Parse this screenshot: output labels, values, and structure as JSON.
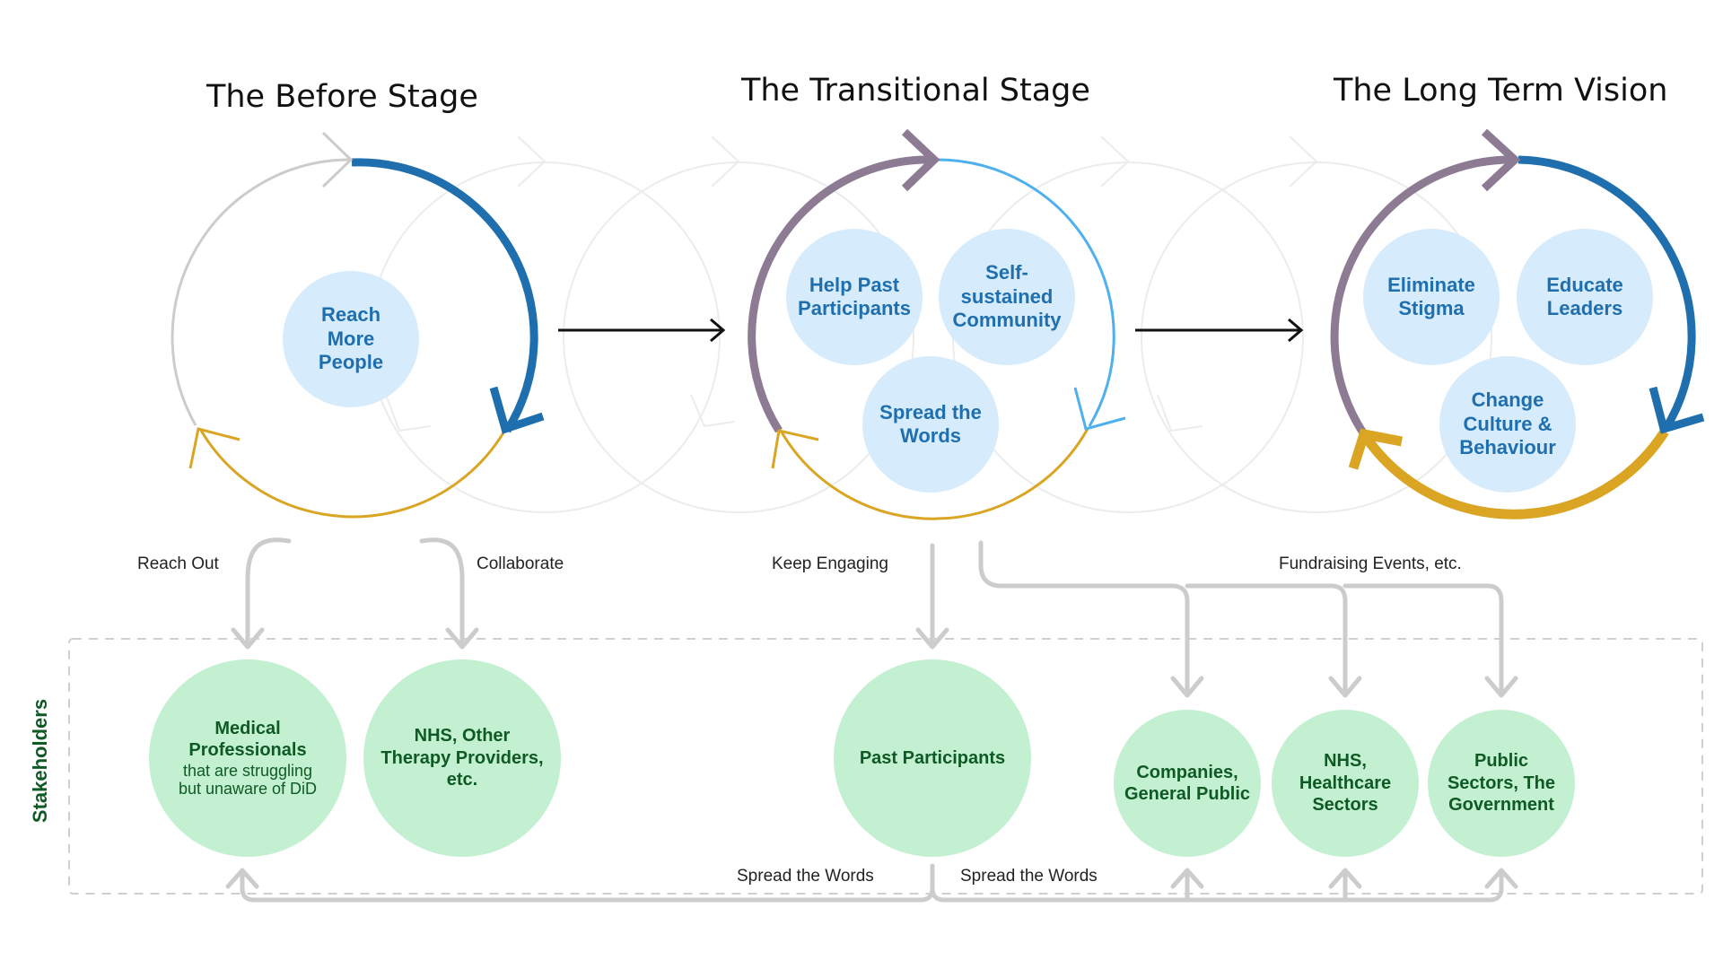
{
  "stages": {
    "before": {
      "title": "The Before Stage",
      "goals": [
        "Reach\nMore\nPeople"
      ]
    },
    "transitional": {
      "title": "The Transitional Stage",
      "goals": [
        "Help Past\nParticipants",
        "Self-\nsustained\nCommunity",
        "Spread the\nWords"
      ]
    },
    "vision": {
      "title": "The Long Term Vision",
      "goals": [
        "Eliminate\nStigma",
        "Educate\nLeaders",
        "Change\nCulture &\nBehaviour"
      ]
    }
  },
  "connectors": {
    "reach_out": "Reach Out",
    "collaborate": "Collaborate",
    "keep_engaging": "Keep Engaging",
    "fundraising": "Fundraising Events, etc.",
    "spread_left": "Spread the Words",
    "spread_right": "Spread the Words"
  },
  "stakeholders": {
    "title": "Stakeholders",
    "medical": {
      "name": "Medical\nProfessionals",
      "note": "that are struggling\nbut unaware of DiD"
    },
    "nhs_other": "NHS, Other\nTherapy Providers,\netc.",
    "past": "Past Participants",
    "companies": "Companies,\nGeneral Public",
    "nhs_health": "NHS,\nHealthcare\nSectors",
    "public": "Public\nSectors, The\nGovernment"
  },
  "colors": {
    "blue_dark": "#1f6fae",
    "blue_light": "#4fb0ee",
    "purple": "#8c7b93",
    "gold": "#d9a523",
    "grey_arrow": "#cccccc",
    "ghost": "#ececec",
    "inner_fill": "#d6ebfb",
    "stake_fill": "#c2f0d1",
    "stake_text": "#0f5a24"
  }
}
